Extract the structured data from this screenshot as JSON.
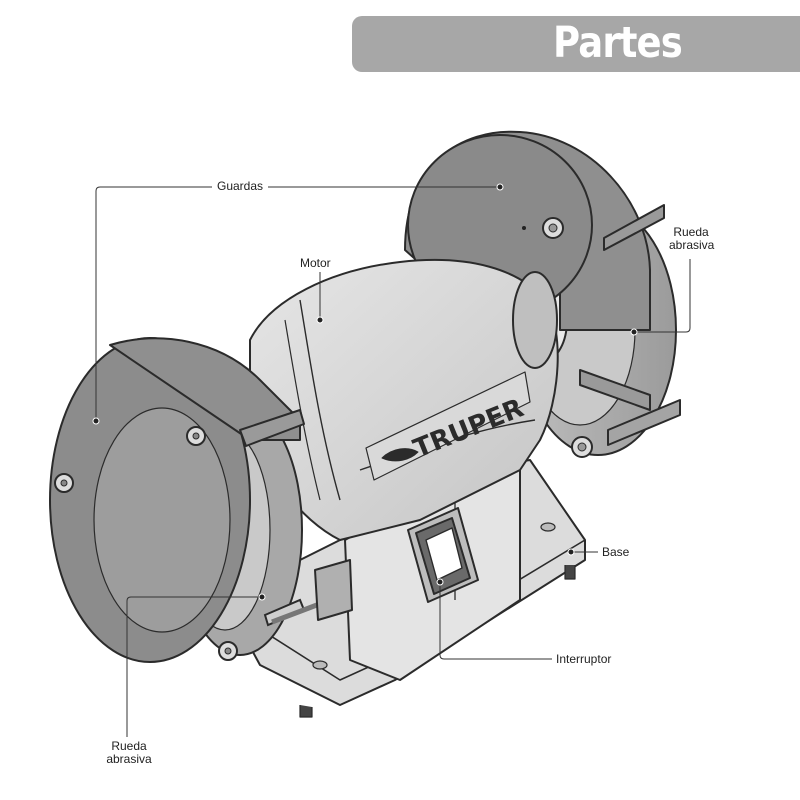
{
  "header": {
    "title": "Partes"
  },
  "brand": {
    "logo_text": "TRUPER"
  },
  "labels": {
    "guards": "Guardas",
    "motor": "Motor",
    "wheel_right_line1": "Rueda",
    "wheel_right_line2": "abrasiva",
    "base": "Base",
    "switch": "Interruptor",
    "wheel_left_line1": "Rueda",
    "wheel_left_line2": "abrasiva"
  },
  "colors": {
    "title_bg": "#a7a7a7",
    "guard_gray": "#8a8a8a",
    "body_gray": "#d6d6d6",
    "outline": "#2b2b2b"
  }
}
